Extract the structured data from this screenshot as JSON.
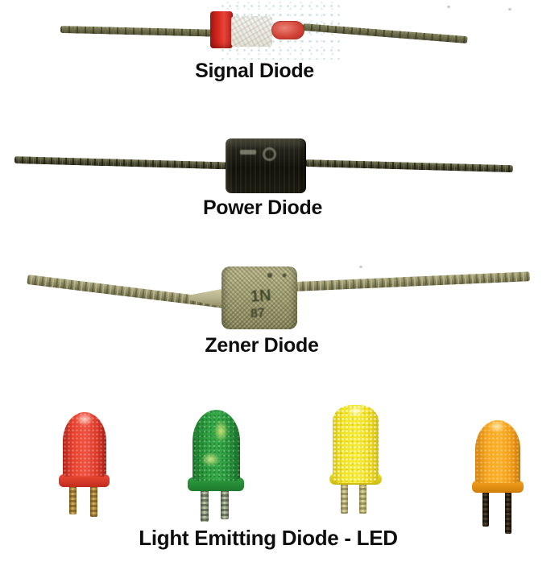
{
  "figure": {
    "background": "#ffffff",
    "sections": [
      {
        "id": "signal-diode",
        "caption": "Signal Diode",
        "body_colors": {
          "cathode_band": "#d6281e",
          "glass": "#f2ede4",
          "anode_bead": "#d24337"
        }
      },
      {
        "id": "power-diode",
        "caption": "Power Diode",
        "body_color": "#15150e"
      },
      {
        "id": "zener-diode",
        "caption": "Zener Diode",
        "body_color": "#9e9c72",
        "body_marking_line1": "1N",
        "body_marking_line2": "87"
      },
      {
        "id": "light-emitting-diode",
        "caption": "Light Emitting Diode - LED",
        "leds": [
          {
            "color_name": "red",
            "hex": "#e8422f"
          },
          {
            "color_name": "green",
            "hex": "#2fa041"
          },
          {
            "color_name": "yellow",
            "hex": "#f2e420"
          },
          {
            "color_name": "orange",
            "hex": "#f8a81f"
          }
        ]
      }
    ]
  }
}
